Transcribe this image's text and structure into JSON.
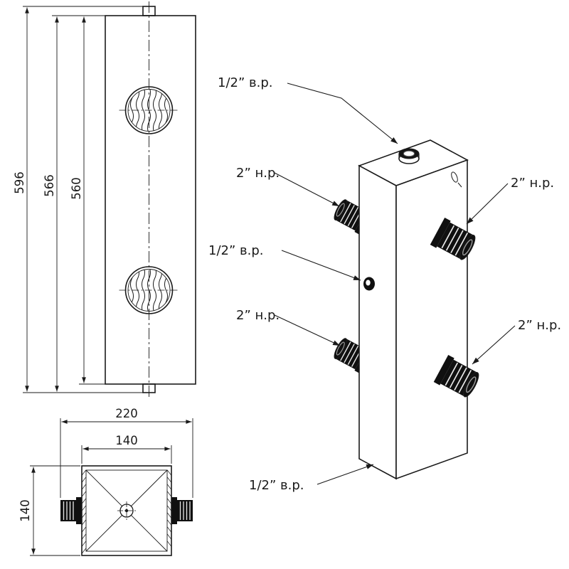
{
  "front_view": {
    "dims": {
      "overall": "596",
      "intermediate": "566",
      "body": "560"
    }
  },
  "top_view": {
    "dims": {
      "overall_width": "220",
      "body_width": "140",
      "body_depth": "140"
    }
  },
  "iso_view": {
    "labels": {
      "top_port": "1/2” в.р.",
      "side_port_left_top": "2” н.р.",
      "front_port": "1/2” в.р.",
      "side_port_left_bottom": "2” н.р.",
      "side_port_right_top": "2” н.р.",
      "side_port_right_bottom": "2” н.р.",
      "bottom_port": "1/2” в.р."
    }
  },
  "colors": {
    "line": "#1a1a1a",
    "port_fill": "#101010",
    "background": "#ffffff"
  }
}
